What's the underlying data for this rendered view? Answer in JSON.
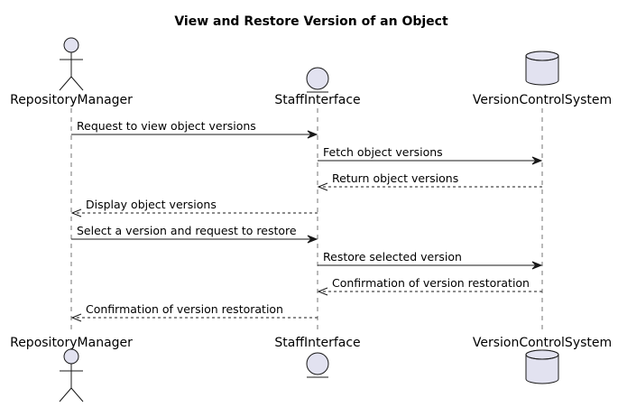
{
  "diagram": {
    "title": "View and Restore Version of an Object",
    "colors": {
      "participant_fill": "#e2e2f0",
      "stroke": "#181818",
      "text": "#000000",
      "background": "#ffffff"
    },
    "participants": [
      {
        "id": "rm",
        "label": "RepositoryManager",
        "kind": "actor",
        "icon": "actor-stick-figure-icon"
      },
      {
        "id": "si",
        "label": "StaffInterface",
        "kind": "entity",
        "icon": "entity-icon"
      },
      {
        "id": "vcs",
        "label": "VersionControlSystem",
        "kind": "database",
        "icon": "database-icon"
      }
    ],
    "messages": [
      {
        "from": "rm",
        "to": "si",
        "label": "Request to view object versions",
        "style": "sync"
      },
      {
        "from": "si",
        "to": "vcs",
        "label": "Fetch object versions",
        "style": "sync"
      },
      {
        "from": "vcs",
        "to": "si",
        "label": "Return object versions",
        "style": "return"
      },
      {
        "from": "si",
        "to": "rm",
        "label": "Display object versions",
        "style": "return"
      },
      {
        "from": "rm",
        "to": "si",
        "label": "Select a version and request to restore",
        "style": "sync"
      },
      {
        "from": "si",
        "to": "vcs",
        "label": "Restore selected version",
        "style": "sync"
      },
      {
        "from": "vcs",
        "to": "si",
        "label": "Confirmation of version restoration",
        "style": "return"
      },
      {
        "from": "si",
        "to": "rm",
        "label": "Confirmation of version restoration",
        "style": "return"
      }
    ]
  }
}
